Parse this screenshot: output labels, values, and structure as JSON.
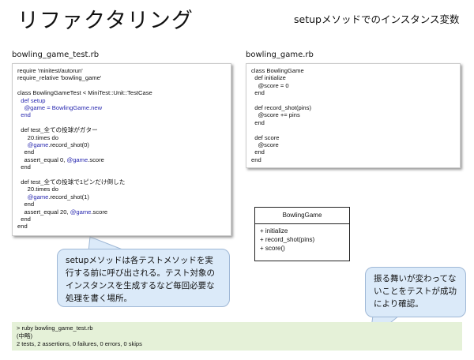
{
  "title": "リファクタリング",
  "subtitle": "setupメソッドでのインスタンス変数",
  "left_file": {
    "name": "bowling_game_test.rb",
    "lines": [
      [
        [
          "require 'minitest/autorun'",
          ""
        ]
      ],
      [
        [
          "require_relative 'bowling_game'",
          ""
        ]
      ],
      [
        [
          "",
          ""
        ]
      ],
      [
        [
          "class BowlingGameTest < MiniTest::Unit::TestCase",
          ""
        ]
      ],
      [
        [
          "  def setup",
          "kw"
        ]
      ],
      [
        [
          "    @game = BowlingGame.new",
          "kw"
        ]
      ],
      [
        [
          "  end",
          "kw"
        ]
      ],
      [
        [
          "",
          ""
        ]
      ],
      [
        [
          "  def test_全ての投球がガター",
          ""
        ]
      ],
      [
        [
          "      20.times do",
          ""
        ]
      ],
      [
        [
          "      ",
          ""
        ],
        [
          "@game",
          "kw"
        ],
        [
          ".record_shot(0)",
          ""
        ]
      ],
      [
        [
          "    end",
          ""
        ]
      ],
      [
        [
          "    assert_equal 0, ",
          ""
        ],
        [
          "@game",
          "kw"
        ],
        [
          ".score",
          ""
        ]
      ],
      [
        [
          "  end",
          ""
        ]
      ],
      [
        [
          "",
          ""
        ]
      ],
      [
        [
          "  def test_全ての投球で1ピンだけ倒した",
          ""
        ]
      ],
      [
        [
          "      20.times do",
          ""
        ]
      ],
      [
        [
          "      ",
          ""
        ],
        [
          "@game",
          "kw"
        ],
        [
          ".record_shot(1)",
          ""
        ]
      ],
      [
        [
          "    end",
          ""
        ]
      ],
      [
        [
          "    assert_equal 20, ",
          ""
        ],
        [
          "@game",
          "kw"
        ],
        [
          ".score",
          ""
        ]
      ],
      [
        [
          "  end",
          ""
        ]
      ],
      [
        [
          "end",
          ""
        ]
      ]
    ]
  },
  "right_file": {
    "name": "bowling_game.rb",
    "lines": [
      [
        [
          "class BowlingGame",
          ""
        ]
      ],
      [
        [
          "  def initialize",
          ""
        ]
      ],
      [
        [
          "    @score = 0",
          ""
        ]
      ],
      [
        [
          "  end",
          ""
        ]
      ],
      [
        [
          "",
          ""
        ]
      ],
      [
        [
          "  def record_shot(pins)",
          ""
        ]
      ],
      [
        [
          "    @score += pins",
          ""
        ]
      ],
      [
        [
          "  end",
          ""
        ]
      ],
      [
        [
          "",
          ""
        ]
      ],
      [
        [
          "  def score",
          ""
        ]
      ],
      [
        [
          "    @score",
          ""
        ]
      ],
      [
        [
          "  end",
          ""
        ]
      ],
      [
        [
          "end",
          ""
        ]
      ]
    ]
  },
  "uml": {
    "class_name": "BowlingGame",
    "methods": [
      "+ initialize",
      "+ record_shot(pins)",
      "+ score()"
    ]
  },
  "callout_setup": "setupメソッドは各テストメソッドを実行する前に呼び出される。テスト対象のインスタンスを生成するなど毎回必要な処理を書く場所。",
  "callout_result": "振る舞いが変わってないことをテストが成功により確認。",
  "console": {
    "lines": [
      "> ruby bowling_game_test.rb",
      "(中略)",
      "2 tests, 2 assertions, 0 failures, 0 errors, 0 skips"
    ]
  },
  "colors": {
    "keyword": "#2a2ab0",
    "callout": "#dbeaf9",
    "console": "#e5f1d8"
  }
}
